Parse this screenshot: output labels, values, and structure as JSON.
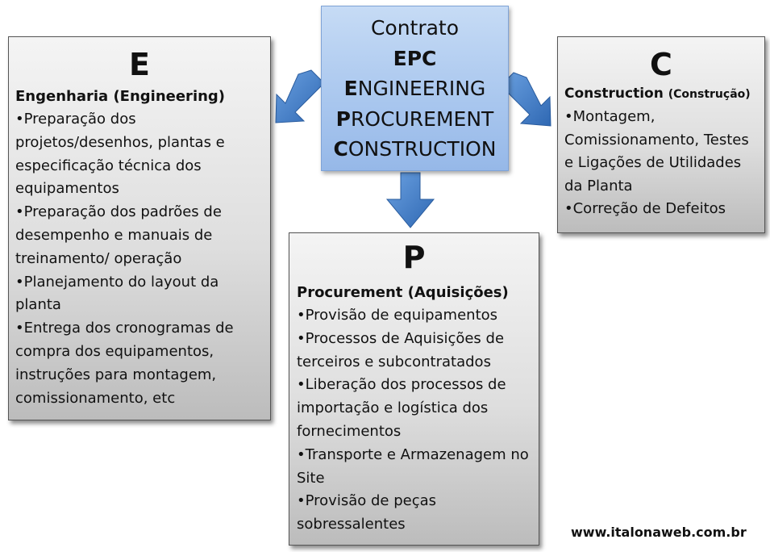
{
  "center": {
    "line1": "Contrato",
    "line2": "EPC",
    "e_initial": "E",
    "e_rest": "NGINEERING",
    "p_initial": "P",
    "p_rest": "ROCUREMENT",
    "c_initial": "C",
    "c_rest": "ONSTRUCTION"
  },
  "engineering": {
    "letter": "E",
    "heading": "Engenharia (Engineering)",
    "items": [
      "•Preparação dos projetos/desenhos, plantas e especificação técnica dos equipamentos",
      "•Preparação dos padrões de desempenho e manuais de treinamento/ operação",
      "•Planejamento do layout da planta",
      "•Entrega dos cronogramas de compra dos equipamentos, instruções para montagem, comissionamento, etc"
    ]
  },
  "construction": {
    "letter": "C",
    "heading": "Construction",
    "heading_paren": "(Construção)",
    "items": [
      "•Montagem, Comissionamento, Testes e Ligações de Utilidades da Planta",
      "•Correção de Defeitos"
    ]
  },
  "procurement": {
    "letter": "P",
    "heading": "Procurement (Aquisições)",
    "items": [
      "•Provisão de equipamentos",
      "•Processos de Aquisições de terceiros e subcontratados",
      "•Liberação dos processos de importação e logística dos fornecimentos",
      "•Transporte e Armazenagem no Site",
      "•Provisão de peças sobressalentes"
    ]
  },
  "footer": {
    "site": "www.italonaweb.com.br"
  },
  "colors": {
    "arrow": "#3d7cc9",
    "center_fill": "#a8c6ee",
    "box_fill": "#d9d9d9"
  }
}
